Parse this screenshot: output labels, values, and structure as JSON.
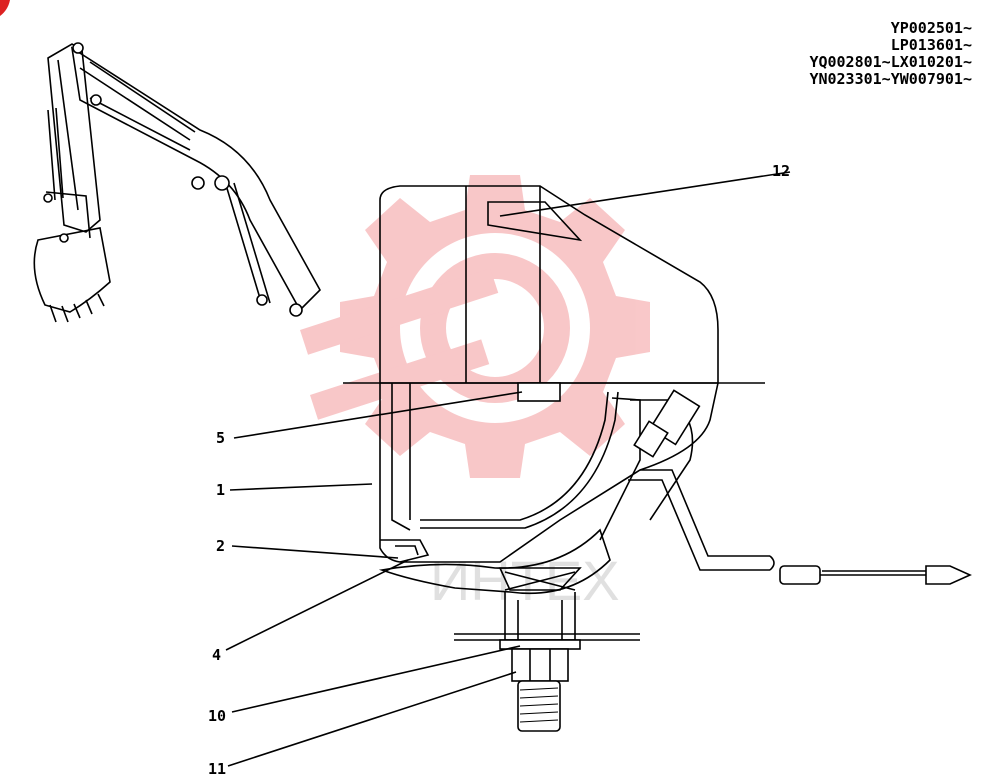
{
  "serial_ranges": [
    "YP002501~",
    "LP013601~",
    "YQ002801~LX010201~",
    "YN023301~YW007901~"
  ],
  "callouts": {
    "c1": "1",
    "c2": "2",
    "c4": "4",
    "c5": "5",
    "c10": "10",
    "c11": "11",
    "c12": "12"
  },
  "watermark": {
    "text": "ИНТЕХ",
    "color": "#e8383d"
  }
}
